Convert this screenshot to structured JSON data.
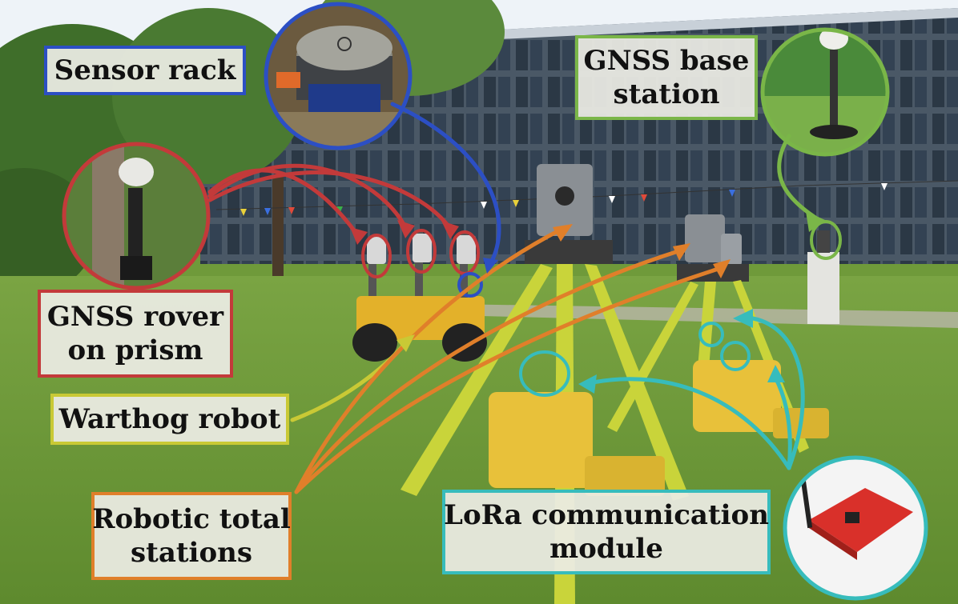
{
  "labels": {
    "sensor_rack": {
      "text": "Sensor rack",
      "color": "#2c4fc4"
    },
    "gnss_base": {
      "line1": "GNSS base",
      "line2": "station",
      "color": "#7ab648"
    },
    "gnss_rover": {
      "line1": "GNSS rover",
      "line2": "on prism",
      "color": "#c33a3a"
    },
    "warthog": {
      "text": "Warthog robot",
      "color": "#c9c935"
    },
    "total_stations": {
      "line1": "Robotic total",
      "line2": "stations",
      "color": "#e07f2a"
    },
    "lora": {
      "line1": "LoRa communication",
      "line2": "module",
      "color": "#37bcbc"
    }
  },
  "colors": {
    "sky": "#eef3f8",
    "building": "#3e4b58",
    "window": "#2a3641",
    "grass": "#6f9a3a",
    "tree": "#3f6e2a",
    "robot_body": "#e3b12a",
    "tripod": "#c9d43a",
    "case": "#e8c13a"
  }
}
